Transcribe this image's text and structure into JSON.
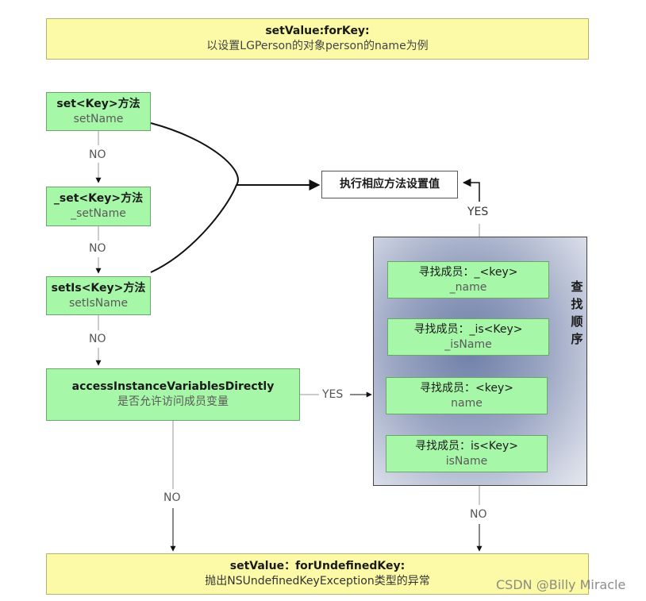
{
  "header": {
    "title": "setValue:forKey:",
    "subtitle": "以设置LGPerson的对象person的name为例"
  },
  "steps": {
    "set_key": {
      "title": "set<Key>方法",
      "example": "setName"
    },
    "underscore_set_key": {
      "title": "_set<Key>方法",
      "example": "_setName"
    },
    "set_is_key": {
      "title": "setIs<Key>方法",
      "example": "setIsName"
    },
    "access_ivars": {
      "title": "accessInstanceVariablesDirectly",
      "subtitle": "是否允许访问成员变量"
    }
  },
  "execute": {
    "label": "执行相应方法设置值"
  },
  "search": {
    "items": [
      {
        "title": "寻找成员：_<key>",
        "example": "_name"
      },
      {
        "title": "寻找成员：_is<Key>",
        "example": "_isName"
      },
      {
        "title": "寻找成员：<key>",
        "example": "name"
      },
      {
        "title": "寻找成员：is<Key>",
        "example": "isName"
      }
    ],
    "order_label": "查找顺序"
  },
  "footer": {
    "title": "setValue：forUndefinedKey:",
    "subtitle": "抛出NSUndefinedKeyException类型的异常"
  },
  "edge_labels": {
    "no": "NO",
    "yes": "YES"
  },
  "colors": {
    "yellow_box": "#fcfaa6",
    "green_box": "#a6f7a8",
    "order_arrow": "#1f3cff"
  },
  "watermark": "CSDN @Billy Miracle"
}
